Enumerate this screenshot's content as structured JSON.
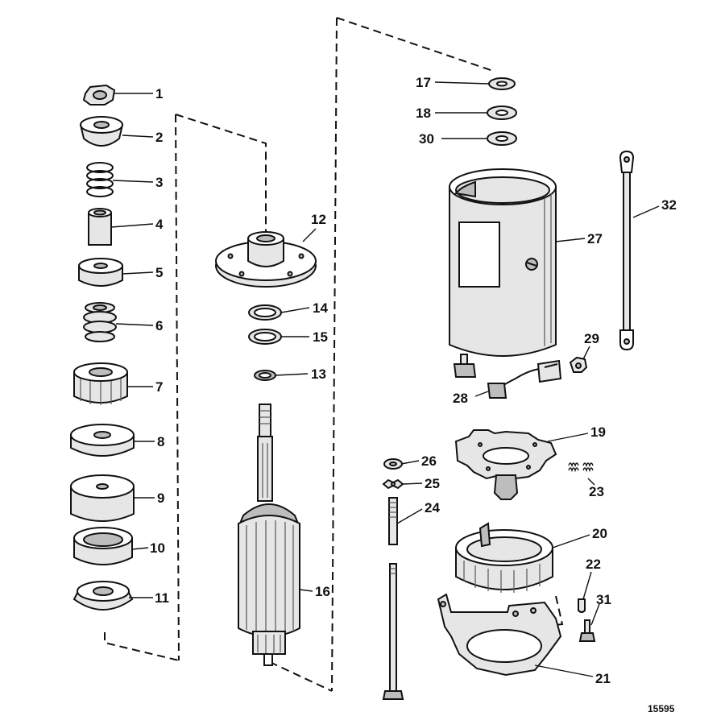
{
  "figure_number": "15595",
  "parts": [
    {
      "id": "1",
      "label": "1"
    },
    {
      "id": "2",
      "label": "2"
    },
    {
      "id": "3",
      "label": "3"
    },
    {
      "id": "4",
      "label": "4"
    },
    {
      "id": "5",
      "label": "5"
    },
    {
      "id": "6",
      "label": "6"
    },
    {
      "id": "7",
      "label": "7"
    },
    {
      "id": "8",
      "label": "8"
    },
    {
      "id": "9",
      "label": "9"
    },
    {
      "id": "10",
      "label": "10"
    },
    {
      "id": "11",
      "label": "11"
    },
    {
      "id": "12",
      "label": "12"
    },
    {
      "id": "13",
      "label": "13"
    },
    {
      "id": "14",
      "label": "14"
    },
    {
      "id": "15",
      "label": "15"
    },
    {
      "id": "16",
      "label": "16"
    },
    {
      "id": "17",
      "label": "17"
    },
    {
      "id": "18",
      "label": "18"
    },
    {
      "id": "19",
      "label": "19"
    },
    {
      "id": "20",
      "label": "20"
    },
    {
      "id": "21",
      "label": "21"
    },
    {
      "id": "22",
      "label": "22"
    },
    {
      "id": "23",
      "label": "23"
    },
    {
      "id": "24",
      "label": "24"
    },
    {
      "id": "25",
      "label": "25"
    },
    {
      "id": "26",
      "label": "26"
    },
    {
      "id": "27",
      "label": "27"
    },
    {
      "id": "28",
      "label": "28"
    },
    {
      "id": "29",
      "label": "29"
    },
    {
      "id": "30",
      "label": "30"
    },
    {
      "id": "31",
      "label": "31"
    },
    {
      "id": "32",
      "label": "32"
    }
  ]
}
